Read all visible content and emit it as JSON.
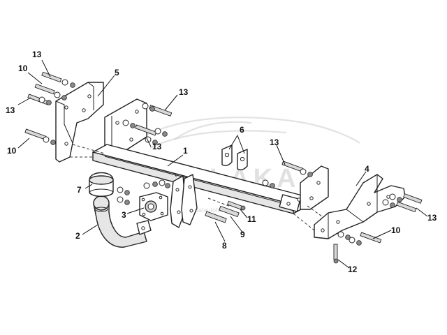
{
  "diagram": {
    "callouts": {
      "c1": "1",
      "c2": "2",
      "c3": "3",
      "c4": "4",
      "c5": "5",
      "c6": "6",
      "c7": "7",
      "c8": "8",
      "c9": "9",
      "c10_top": "10",
      "c10_left": "10",
      "c10_right": "10",
      "c11": "11",
      "c12": "12",
      "c13_top": "13",
      "c13_left": "13",
      "c13_upper_mid": "13",
      "c13_mid": "13",
      "c13_center_right": "13",
      "c13_right": "13"
    },
    "watermark": {
      "brand": "LAKA",
      "sub": "hak.ua/autohak"
    }
  }
}
